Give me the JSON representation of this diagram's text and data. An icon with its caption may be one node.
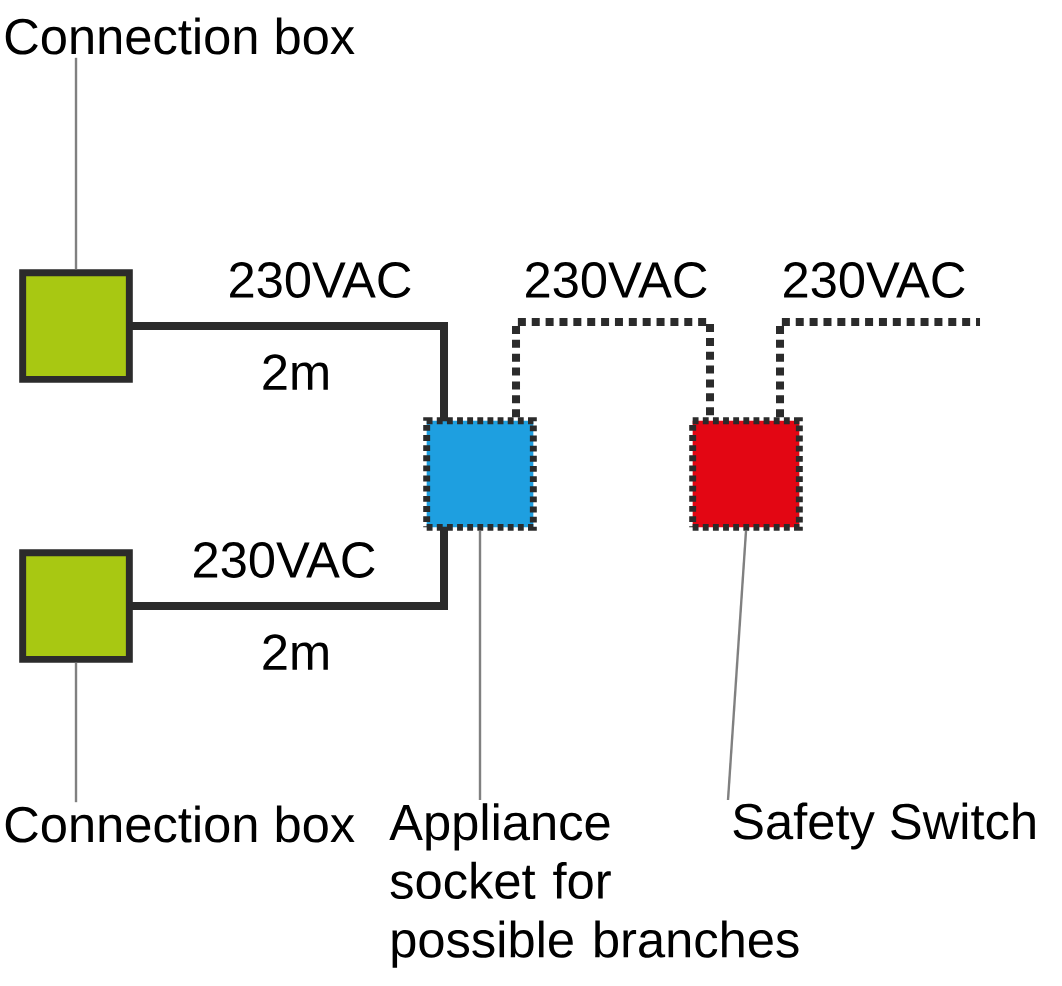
{
  "diagram": {
    "nodes": [
      {
        "text": [
          "Connection box"
        ]
      },
      {
        "text": [],
        "shape": "box"
      },
      {
        "text": [],
        "shape": "box"
      },
      {
        "text": [
          "Connection box"
        ]
      },
      {
        "text": [],
        "shape": "box"
      },
      {
        "text": [],
        "shape": "box"
      },
      {
        "text": [
          "Appliance socket for possible branches"
        ]
      },
      {
        "text": [
          "Safety Switch"
        ]
      }
    ],
    "edges": [
      {
        "from": 0,
        "to": 1,
        "arrow": "none"
      },
      {
        "from": 3,
        "to": 2,
        "arrow": "none"
      },
      {
        "from": 1,
        "to": 4,
        "arrow": "none",
        "label": "230VAC",
        "style": "thick"
      },
      {
        "from": 2,
        "to": 4,
        "arrow": "none",
        "label": "230VAC",
        "style": "thick"
      },
      {
        "from": 4,
        "to": 5,
        "arrow": "none",
        "label": "230VAC",
        "style": "dashed"
      },
      {
        "from": 5,
        "to": null,
        "arrow": "none",
        "label": "230VAC",
        "style": "dashed"
      },
      {
        "from": 6,
        "to": 4,
        "arrow": "none"
      },
      {
        "from": 7,
        "to": 5,
        "arrow": "none"
      }
    ],
    "labels": [
      "2m",
      "2m"
    ]
  }
}
